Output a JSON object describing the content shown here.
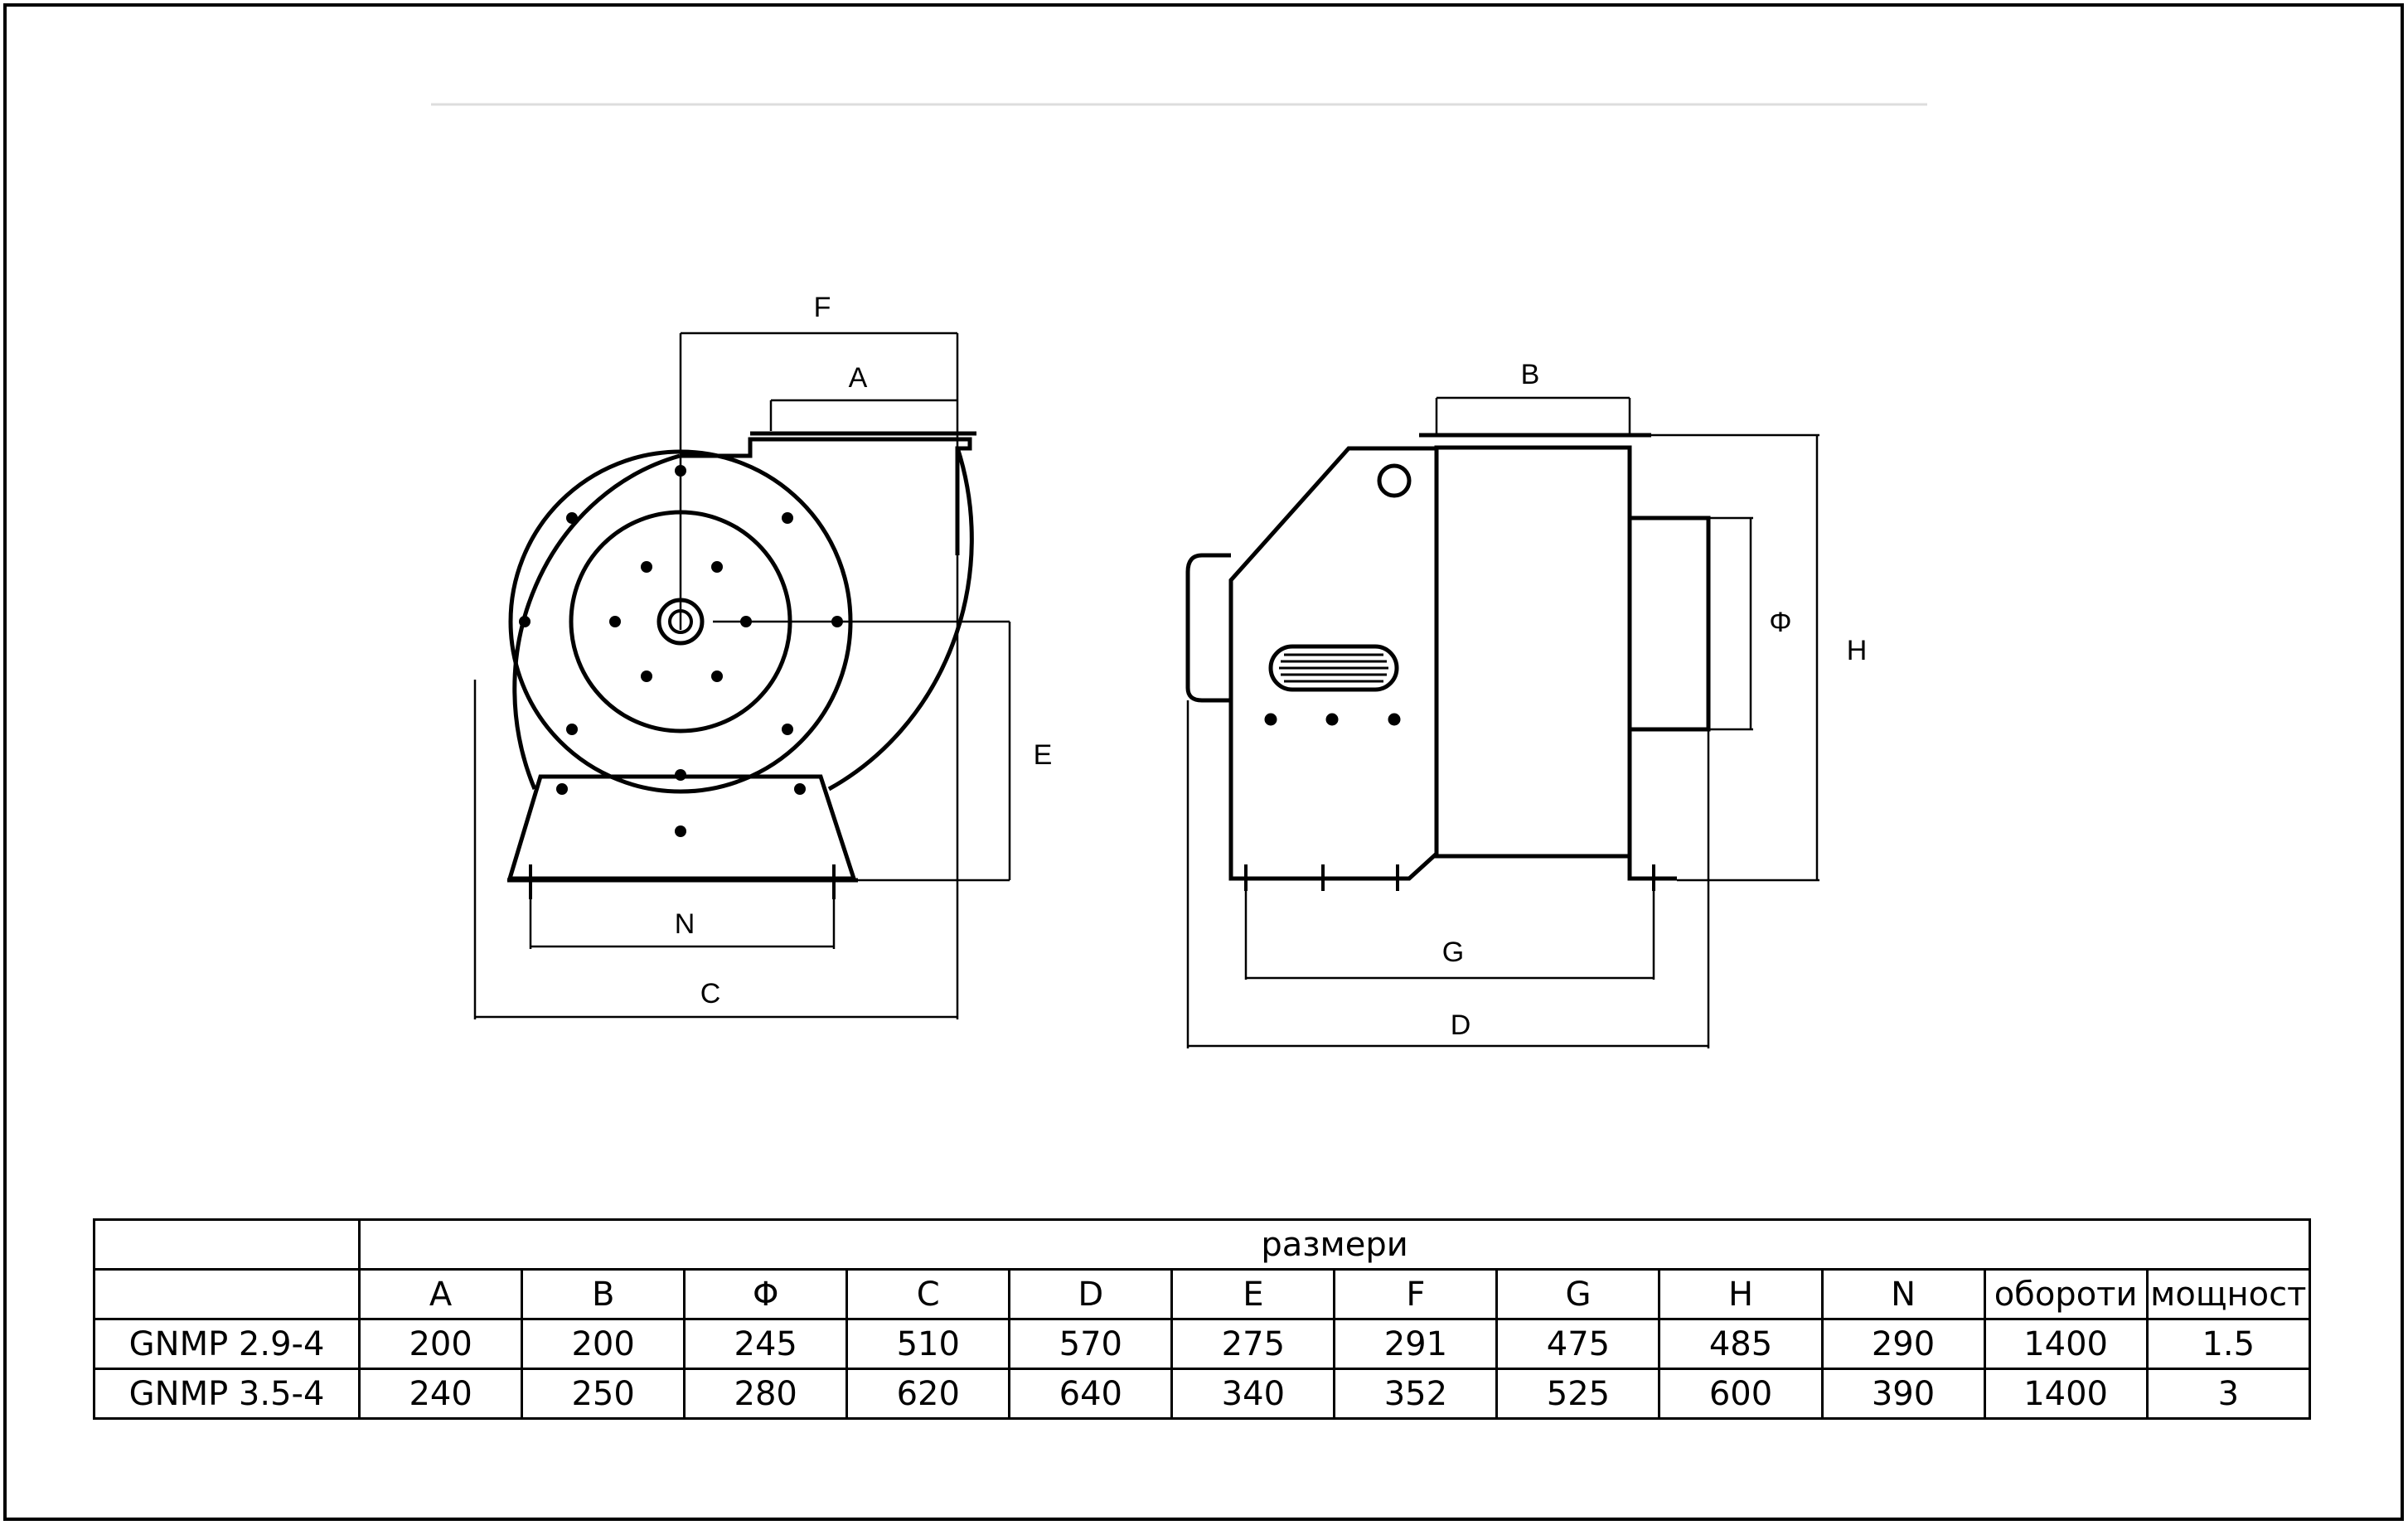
{
  "drawing": {
    "front_view_labels": {
      "F": "F",
      "A": "A",
      "E": "E",
      "N": "N",
      "C": "C"
    },
    "side_view_labels": {
      "B": "B",
      "PHI": "Φ",
      "H": "H",
      "G": "G",
      "D": "D"
    }
  },
  "table": {
    "group_header": "размери",
    "columns": [
      "A",
      "B",
      "Φ",
      "C",
      "D",
      "E",
      "F",
      "G",
      "H",
      "N",
      "обороти",
      "мощност"
    ],
    "rows": [
      {
        "model": "GNMP 2.9-4",
        "values": [
          "200",
          "200",
          "245",
          "510",
          "570",
          "275",
          "291",
          "475",
          "485",
          "290",
          "1400",
          "1.5"
        ]
      },
      {
        "model": "GNMP 3.5-4",
        "values": [
          "240",
          "250",
          "280",
          "620",
          "640",
          "340",
          "352",
          "525",
          "600",
          "390",
          "1400",
          "3"
        ]
      }
    ]
  }
}
